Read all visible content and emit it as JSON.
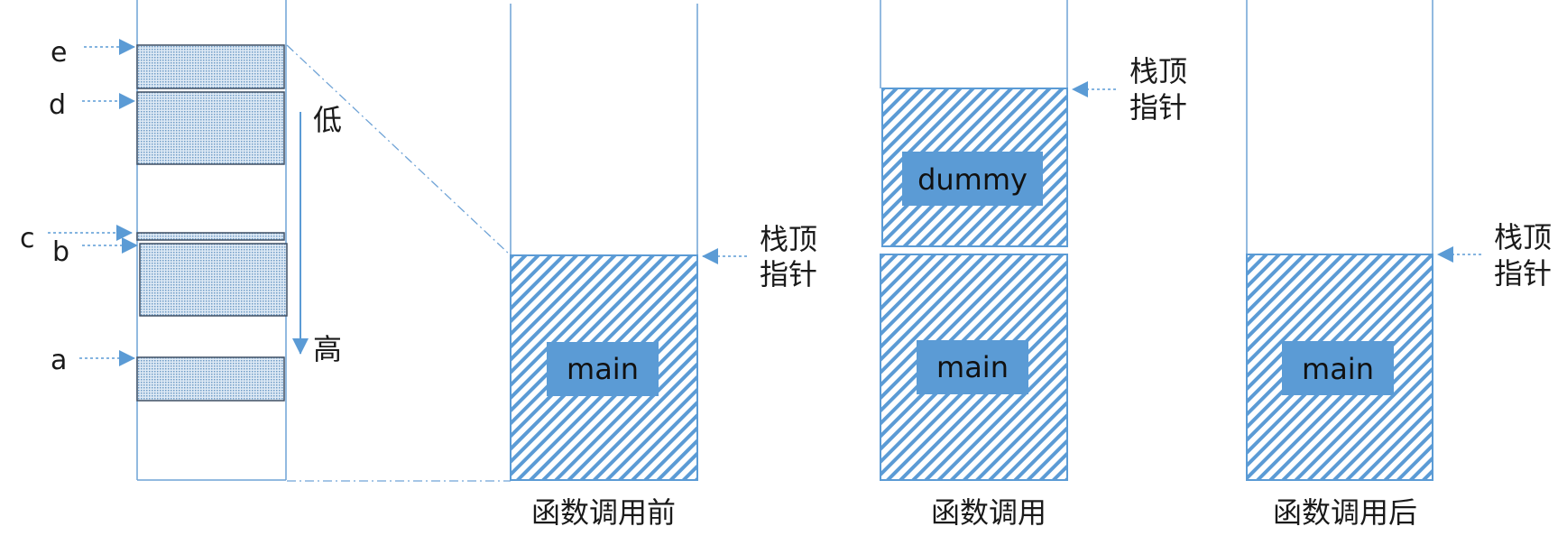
{
  "colors": {
    "accent": "#5b9bd5",
    "line": "#6fa3d6",
    "hatch": "#5b9bd5",
    "dotted_fill": "#c5d9ec",
    "text": "#1a1a1a"
  },
  "memory_column": {
    "markers": {
      "e": "e",
      "d": "d",
      "c": "c",
      "b": "b",
      "a": "a"
    },
    "direction": {
      "low": "低",
      "high": "高"
    }
  },
  "stacks": {
    "before": {
      "caption": "函数调用前",
      "frame_main": "main",
      "pointer_line1": "栈顶",
      "pointer_line2": "指针"
    },
    "during": {
      "caption": "函数调用",
      "frame_main": "main",
      "frame_dummy": "dummy",
      "pointer_line1": "栈顶",
      "pointer_line2": "指针"
    },
    "after": {
      "caption": "函数调用后",
      "frame_main": "main",
      "pointer_line1": "栈顶",
      "pointer_line2": "指针"
    }
  }
}
